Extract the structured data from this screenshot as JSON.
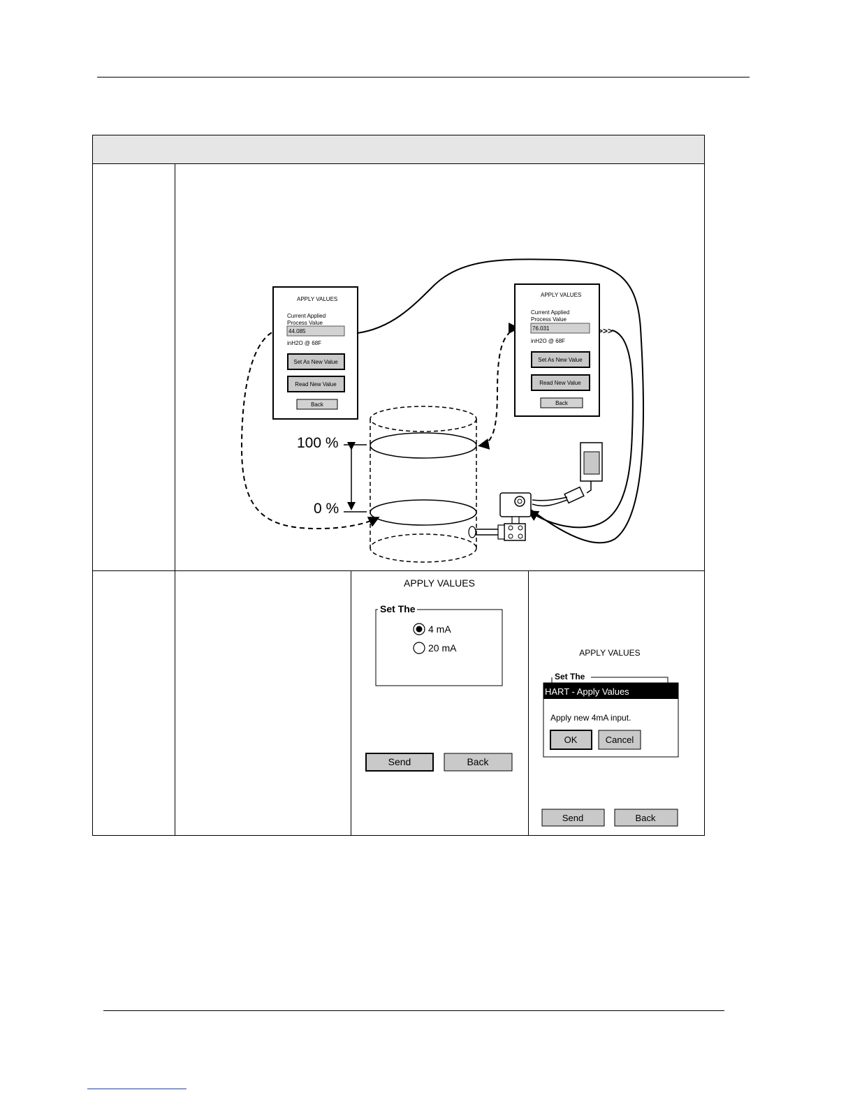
{
  "diagram": {
    "left_screen": {
      "title": "APPLY VALUES",
      "label_line1": "Current Applied",
      "label_line2": "Process Value",
      "value": "44.085",
      "unit": "inH2O @ 68F",
      "set_button": "Set As New Value",
      "read_button": "Read New Value",
      "back_button": "Back"
    },
    "right_screen": {
      "title": "APPLY VALUES",
      "label_line1": "Current Applied",
      "label_line2": "Process Value",
      "value": "76.031",
      "unit": "inH2O @ 68F",
      "set_button": "Set As New Value",
      "read_button": "Read New Value",
      "back_button": "Back"
    },
    "level_100": "100 %",
    "level_0": "0 %"
  },
  "screen_a": {
    "title": "APPLY VALUES",
    "group_label": "Set The",
    "option_4ma": "4 mA",
    "option_20ma": "20 mA",
    "selected": "4 mA",
    "send_button": "Send",
    "back_button": "Back"
  },
  "screen_b": {
    "title": "APPLY VALUES",
    "group_label": "Set The",
    "dialog_title": "HART - Apply Values",
    "dialog_message": "Apply new 4mA input.",
    "ok_button": "OK",
    "cancel_button": "Cancel",
    "send_button": "Send",
    "back_button": "Back"
  }
}
